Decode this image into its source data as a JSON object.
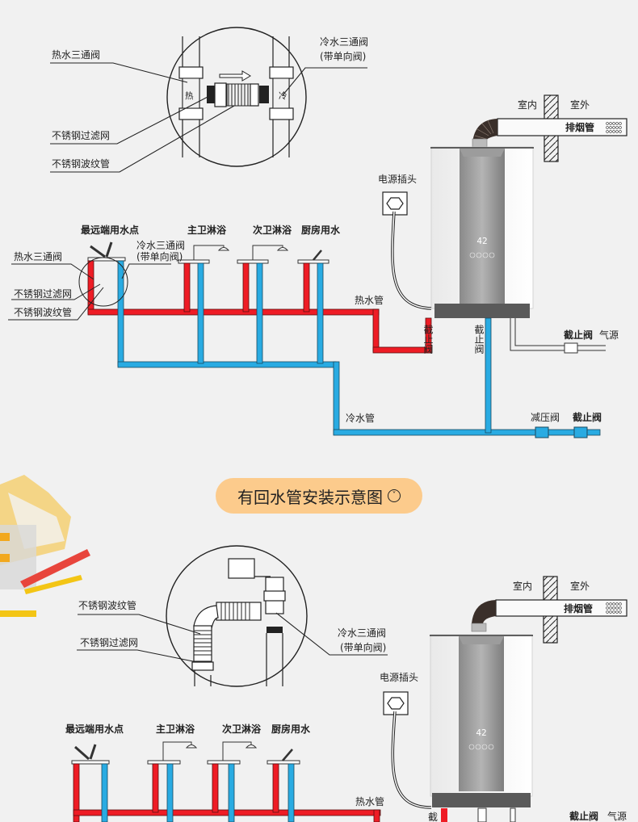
{
  "diagram1": {
    "detail": {
      "hot_tee_label": "热水三通阀",
      "cold_tee_label_line1": "冷水三通阀",
      "cold_tee_label_line2": "(带单向阀)",
      "filter_label": "不锈钢过滤网",
      "hose_label": "不锈钢波纹管",
      "hot_mark": "热",
      "cold_mark": "冷"
    },
    "exhaust": {
      "indoor": "室内",
      "outdoor": "室外",
      "pipe": "排烟管"
    },
    "power_plug": "电源插头",
    "fixtures": [
      "最远端用水点",
      "主卫淋浴",
      "次卫淋浴",
      "厨房用水"
    ],
    "mini_labels": {
      "hot_tee": "热水三通阀",
      "cold_tee_line1": "冷水三通阀",
      "cold_tee_line2": "(带单向阀)",
      "filter": "不锈钢过滤网",
      "hose": "不锈钢波纹管"
    },
    "hot_pipe": "热水管",
    "cold_pipe": "冷水管",
    "shutoff_hot": "截止阀",
    "shutoff_cold": "截止阀",
    "gas_shutoff": "截止阀",
    "gas_source": "气源",
    "pressure_valve": "减压阀",
    "inlet_shutoff": "截止阀",
    "heater_display": "42"
  },
  "section_title": {
    "text": "有回水管安装示意图",
    "icon": "chevron-down-circle-icon"
  },
  "diagram2": {
    "detail": {
      "hose_label": "不锈钢波纹管",
      "filter_label": "不锈钢过滤网",
      "cold_tee_label_line1": "冷水三通阀",
      "cold_tee_label_line2": "(带单向阀)"
    },
    "exhaust": {
      "indoor": "室内",
      "outdoor": "室外",
      "pipe": "排烟管"
    },
    "power_plug": "电源插头",
    "fixtures": [
      "最远端用水点",
      "主卫淋浴",
      "次卫淋浴",
      "厨房用水"
    ],
    "hot_pipe": "热水管",
    "shutoff_hot": "截",
    "gas_shutoff": "截止阀",
    "gas_source": "气源",
    "heater_display": "42"
  },
  "colors": {
    "hot": "#ee1c25",
    "cold": "#29abe2",
    "title_pill": "#fccb8c",
    "background": "#f1f1f1"
  }
}
